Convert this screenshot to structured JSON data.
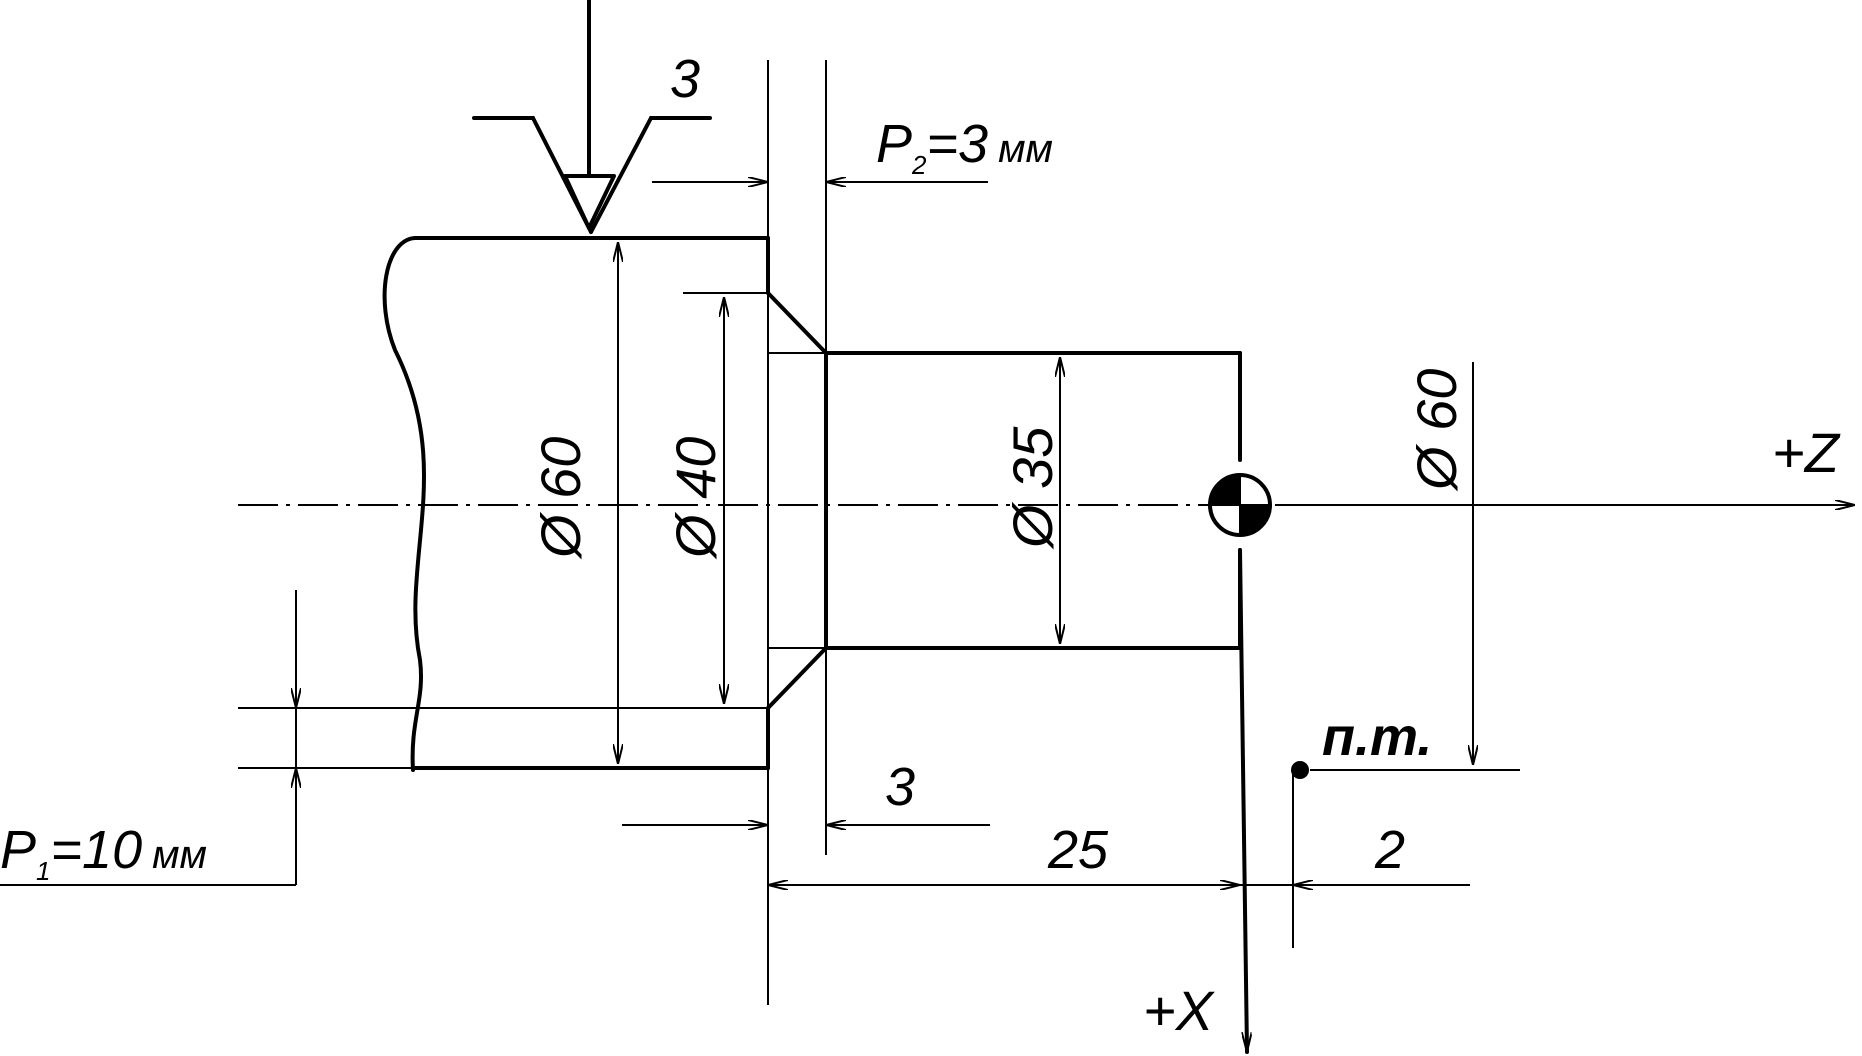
{
  "labels": {
    "roughness_value": "3",
    "p2_prefix": "P",
    "p2_sub": "2",
    "p2_value": "=3",
    "p2_unit": "мм",
    "p1_prefix": "P",
    "p1_sub": "1",
    "p1_value": "=10",
    "p1_unit": "мм",
    "dia_60_left": "Ø 60",
    "dia_40": "Ø 40",
    "dia_35": "Ø 35",
    "dia_60_right": "Ø 60",
    "axis_z": "+Z",
    "axis_x": "+X",
    "tool_point": "п.т.",
    "dim_3_bottom": "3",
    "dim_25": "25",
    "dim_2": "2"
  }
}
